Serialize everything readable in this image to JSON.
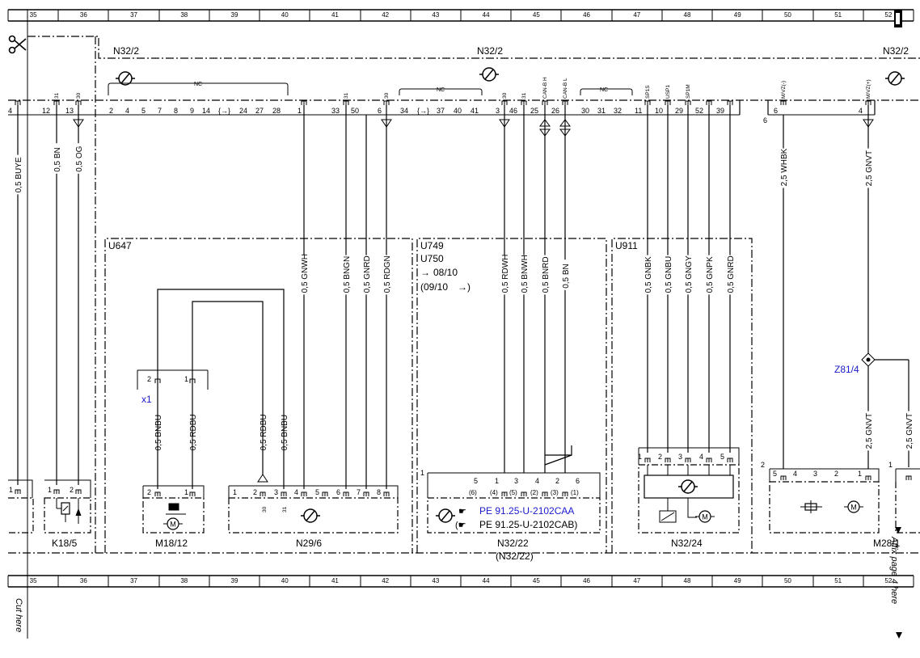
{
  "grid": {
    "columns": [
      "35",
      "36",
      "37",
      "38",
      "39",
      "40",
      "41",
      "42",
      "43",
      "44",
      "45",
      "46",
      "47",
      "48",
      "49",
      "50",
      "51",
      "52"
    ]
  },
  "components": {
    "top_left": "N32/2",
    "top_center": "N32/2",
    "top_right": "N32/2",
    "u647": "U647",
    "u749": "U749",
    "u750": "U750",
    "u750_from": "08/10",
    "u750_to": "(09/10",
    "u911": "U911",
    "k18_5": "K18/5",
    "m18_12": "M18/12",
    "n29_6": "N29/6",
    "n32_22": "N32/22",
    "n32_22_alt": "(N32/22)",
    "n32_24": "N32/24",
    "m28": "M28/1",
    "x1": "x1",
    "z81_4": "Z81/4",
    "ref_a": "PE 91.25-U-2102CAA",
    "ref_b": "PE 91.25-U-2102CAB)"
  },
  "nc_label": "NC",
  "connector_pins": {
    "left_edge": "4",
    "p12": "12",
    "p13": "13",
    "group1": [
      "2",
      "4",
      "5",
      "7",
      "8",
      "9",
      "14"
    ],
    "group1b": [
      "24",
      "27",
      "28"
    ],
    "p1": "1",
    "p33": "33",
    "p50": "50",
    "p6": "6",
    "group2": [
      "34"
    ],
    "group2b": [
      "37",
      "40",
      "41"
    ],
    "p3": "3",
    "p46": "46",
    "p25": "25",
    "p26": "26",
    "group3": [
      "30",
      "31",
      "32"
    ],
    "p11": "11",
    "p10": "10",
    "p29": "29",
    "p52": "52",
    "p39": "39",
    "p6r": "6",
    "p4r": "4",
    "p6r_outer": "6"
  },
  "signal_labels": {
    "s31a": "31",
    "s30a": "30",
    "s31b": "31",
    "s30b": "30",
    "s30c": "30",
    "s31c": "31",
    "canh": "CAN-B H",
    "canl": "CAN-B L",
    "sp1s": "SP1S",
    "usp1": "USP1",
    "sp1m": "SP1M",
    "mvz_neg": "M/VZ(-)",
    "mvz_pos": "M/VZ(+)"
  },
  "wires": {
    "w_buye": "0,5 BUYE",
    "w_bn_left": "0,5 BN",
    "w_og": "0,5 OG",
    "w_gnwh": "0,5 GNWH",
    "w_bngn": "0,5 BNGN",
    "w_gnrd": "0,5 GNRD",
    "w_rdgn": "0,5 RDGN",
    "w_rdwh": "0,5 RDWH",
    "w_bnwh": "0,5 BNWH",
    "w_bnrd": "0,5 BNRD",
    "w_bn": "0,5 BN",
    "w_gnbk": "0,5 GNBK",
    "w_gnbu": "0,5 GNBU",
    "w_gngy": "0,5 GNGY",
    "w_gnpk": "0,5 GNPK",
    "w_gnrd2": "0,5 GNRD",
    "w_whbk": "2,5 WHBK",
    "w_gnvt_top": "2,5 GNVT",
    "w_gnvt_bot": "2,5 GNVT",
    "w_gnvt_far": "2,5 GNVT",
    "w_bnbu_x1": "0,5 BNBU",
    "w_rdbu_x1": "0,5 RDBU",
    "w_rdbu_n29": "0,5 RDBU",
    "w_bnbu_n29": "0,5 BNBU"
  },
  "lower_pins": {
    "k18_1": "1",
    "k18_2": "2",
    "m18_2": "2",
    "m18_1": "1",
    "x1_2": "2",
    "x1_1": "1",
    "n29": [
      "1",
      "2",
      "3",
      "4",
      "5",
      "6",
      "7",
      "8"
    ],
    "n29_30": "30",
    "n29_31": "31",
    "n32_22_left": "1",
    "n32_22_pins": [
      "5",
      "1",
      "3",
      "4",
      "2",
      "6"
    ],
    "n32_22_alt_pins": [
      "(6)",
      "(4)",
      "(5)",
      "(2)",
      "(3)",
      "(1)"
    ],
    "n32_24": [
      "1",
      "2",
      "3",
      "4",
      "5"
    ],
    "m28_left": "2",
    "m28_pins": [
      "5",
      "4",
      "3",
      "2",
      "1"
    ],
    "far_right": "1",
    "left_edge_1": "1"
  },
  "side_text": {
    "cut_here": "Cut here",
    "affix": "Affix page 4 here"
  }
}
